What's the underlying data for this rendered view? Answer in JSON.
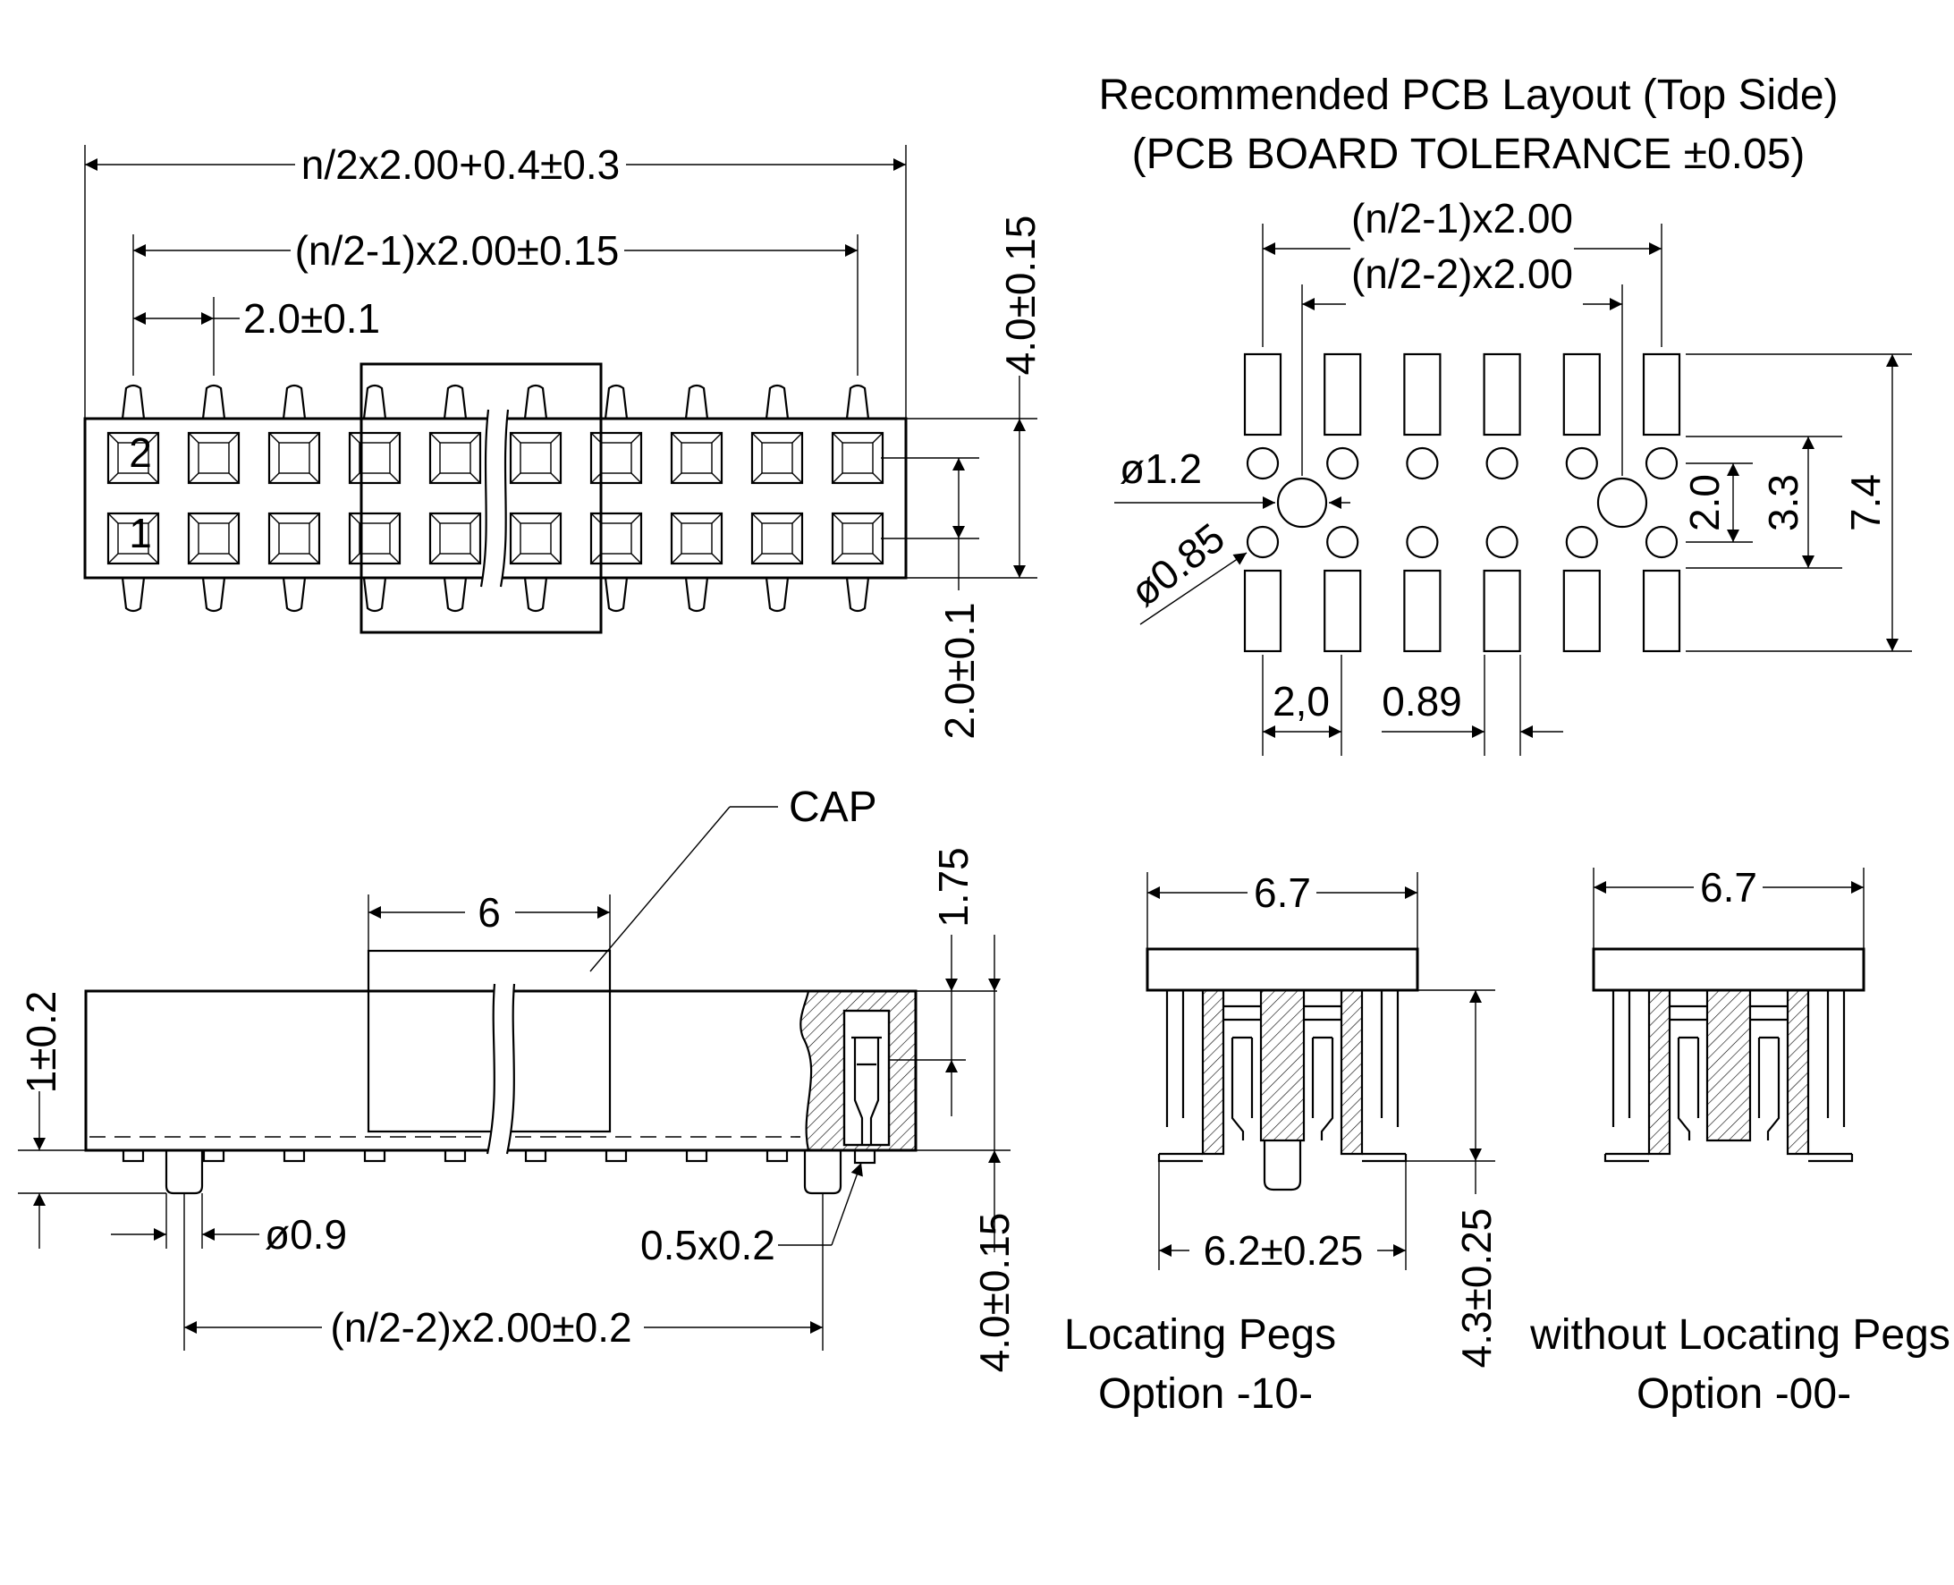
{
  "top_view": {
    "overall_length": "n/2x2.00+0.4±0.3",
    "pin_span": "(n/2-1)x2.00±0.15",
    "pitch": "2.0±0.1",
    "body_width": "4.0±0.15",
    "row_pitch": "2.0±0.1",
    "pin_label_2": "2",
    "pin_label_1": "1"
  },
  "pcb_layout": {
    "title_line1": "Recommended PCB Layout (Top Side)",
    "title_line2": "(PCB BOARD TOLERANCE ±0.05)",
    "pad_span": "(n/2-1)x2.00",
    "hole_span": "(n/2-2)x2.00",
    "large_hole_dia": "ø1.2",
    "small_hole_dia": "ø0.85",
    "row_pitch": "2.0",
    "hole_offset": "3.3",
    "pad_extent": "7.4",
    "pad_pitch": "2,0",
    "pad_width": "0.89"
  },
  "side_view": {
    "cap_label": "CAP",
    "cap_width": "6",
    "cap_height": "1.75",
    "standoff": "1±0.2",
    "peg_dia": "ø0.9",
    "lead_size": "0.5x0.2",
    "peg_span": "(n/2-2)x2.00±0.2",
    "body_height": "4.0±0.15"
  },
  "end_view_pegs": {
    "cap_width": "6.7",
    "foot_span": "6.2±0.25",
    "height": "4.3±0.25",
    "caption_line1": "Locating Pegs",
    "caption_line2": "Option -10-"
  },
  "end_view_no_pegs": {
    "cap_width": "6.7",
    "caption_line1": "without Locating Pegs",
    "caption_line2": "Option -00-"
  }
}
